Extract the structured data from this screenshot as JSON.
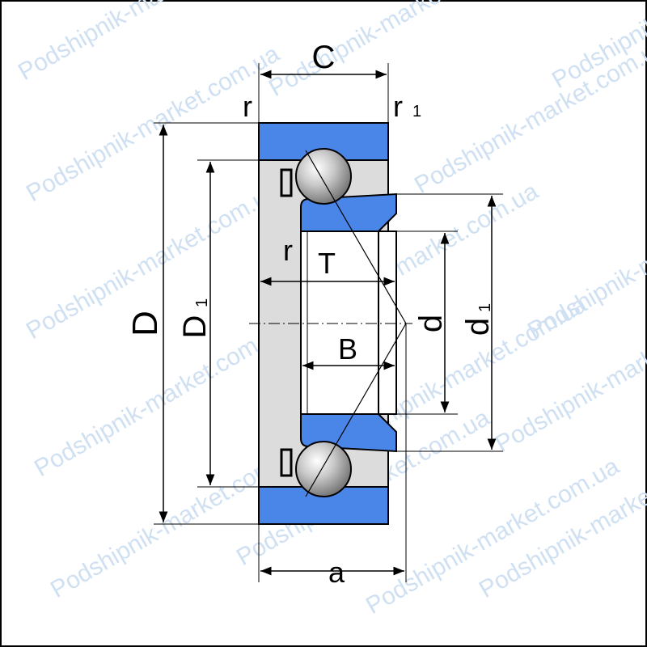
{
  "labels": {
    "C": "C",
    "r_top": "r",
    "r1_main": "r",
    "r1_sub": "1",
    "D": "D",
    "D1_main": "D",
    "D1_sub": "1",
    "r_inner": "r",
    "T": "T",
    "B": "B",
    "d": "d",
    "d1_main": "d",
    "d1_sub": "1",
    "a": "a"
  },
  "watermark": "Podshipnik-market.com.ua",
  "colors": {
    "ring_blue": "#4a86e8",
    "body_gray": "#dcdcdc",
    "ball": "#a8a8a8",
    "outline": "#000000",
    "watermark": "#cfe0f2"
  }
}
